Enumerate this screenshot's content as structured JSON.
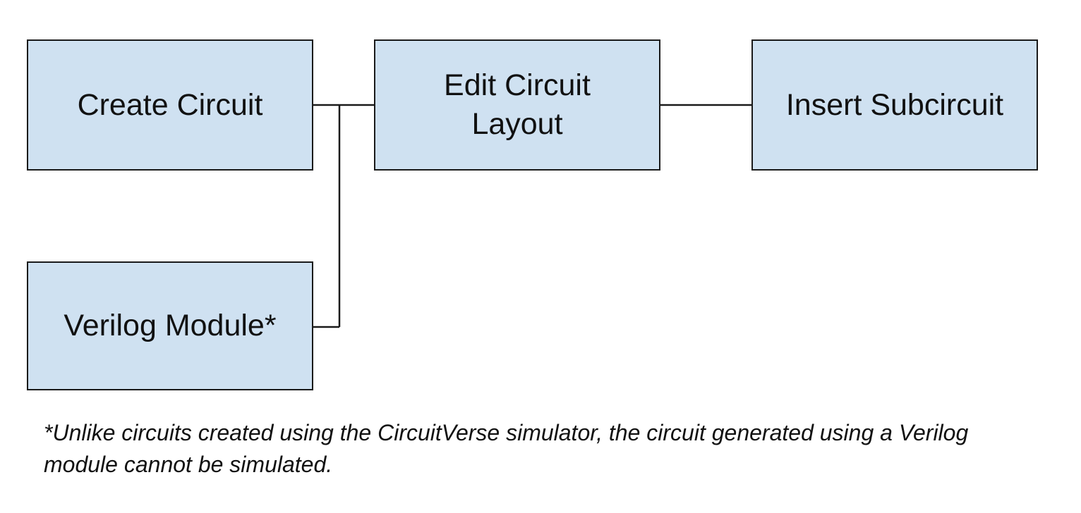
{
  "diagram": {
    "nodes": [
      {
        "id": "create",
        "label": "Create Circuit"
      },
      {
        "id": "edit",
        "label": "Edit Circuit Layout"
      },
      {
        "id": "insert",
        "label": "Insert Subcircuit"
      },
      {
        "id": "verilog",
        "label": "Verilog Module*"
      }
    ],
    "edges": [
      {
        "from": "create",
        "to": "edit"
      },
      {
        "from": "verilog",
        "to": "edit"
      },
      {
        "from": "edit",
        "to": "insert"
      }
    ],
    "colors": {
      "box_fill": "#cfe1f1",
      "box_border": "#1a1a1a",
      "line": "#1a1a1a",
      "text": "#111111"
    }
  },
  "footnote": "*Unlike circuits created using the CircuitVerse simulator, the circuit generated using a Verilog module cannot be simulated."
}
